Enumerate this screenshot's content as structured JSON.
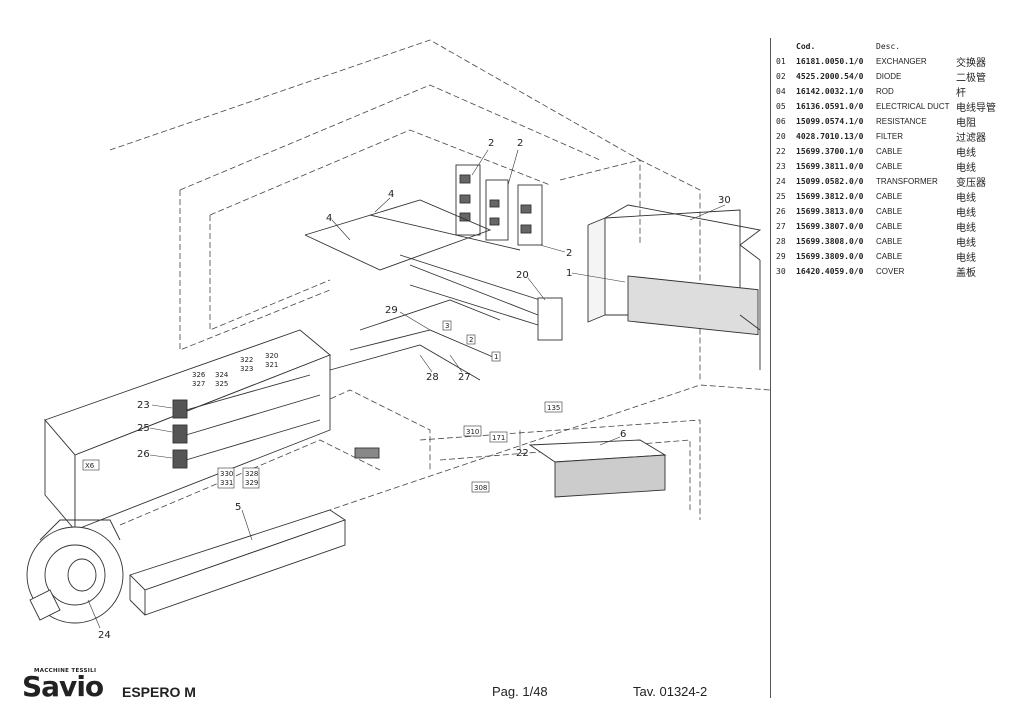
{
  "parts_list": {
    "header_code": "Cod.",
    "header_desc": "Desc.",
    "rows": [
      {
        "pos": "01",
        "code": "16181.0050.1/0",
        "desc": "EXCHANGER",
        "cn": "交换器"
      },
      {
        "pos": "02",
        "code": "4525.2000.54/0",
        "desc": "DIODE",
        "cn": "二极管"
      },
      {
        "pos": "04",
        "code": "16142.0032.1/0",
        "desc": "ROD",
        "cn": "杆"
      },
      {
        "pos": "05",
        "code": "16136.0591.0/0",
        "desc": "ELECTRICAL DUCT",
        "cn": "电线导管"
      },
      {
        "pos": "06",
        "code": "15099.0574.1/0",
        "desc": "RESISTANCE",
        "cn": "电阻"
      },
      {
        "pos": "20",
        "code": "4028.7010.13/0",
        "desc": "FILTER",
        "cn": "过滤器"
      },
      {
        "pos": "22",
        "code": "15699.3700.1/0",
        "desc": "CABLE",
        "cn": "电线"
      },
      {
        "pos": "23",
        "code": "15699.3811.0/0",
        "desc": "CABLE",
        "cn": "电线"
      },
      {
        "pos": "24",
        "code": "15099.0582.0/0",
        "desc": "TRANSFORMER",
        "cn": "变压器"
      },
      {
        "pos": "25",
        "code": "15699.3812.0/0",
        "desc": "CABLE",
        "cn": "电线"
      },
      {
        "pos": "26",
        "code": "15699.3813.0/0",
        "desc": "CABLE",
        "cn": "电线"
      },
      {
        "pos": "27",
        "code": "15699.3807.0/0",
        "desc": "CABLE",
        "cn": "电线"
      },
      {
        "pos": "28",
        "code": "15699.3808.0/0",
        "desc": "CABLE",
        "cn": "电线"
      },
      {
        "pos": "29",
        "code": "15699.3809.0/0",
        "desc": "CABLE",
        "cn": "电线"
      },
      {
        "pos": "30",
        "code": "16420.4059.0/0",
        "desc": "COVER",
        "cn": "盖板"
      }
    ]
  },
  "callouts": {
    "c1": "1",
    "c2a": "2",
    "c2b": "2",
    "c2c": "2",
    "c4a": "4",
    "c4b": "4",
    "c5": "5",
    "c6": "6",
    "c20": "20",
    "c22": "22",
    "c23": "23",
    "c24": "24",
    "c25": "25",
    "c26": "26",
    "c27": "27",
    "c28": "28",
    "c29": "29",
    "c30": "30",
    "x6": "X6",
    "b135": "135",
    "b171": "171",
    "b308": "308",
    "b310": "310",
    "b3": "3",
    "b2": "2",
    "b1": "1",
    "w320": "320",
    "w321": "321",
    "w322": "322",
    "w323": "323",
    "w324": "324",
    "w325": "325",
    "w326": "326",
    "w327": "327",
    "w328": "328",
    "w329": "329",
    "w330": "330",
    "w331": "331"
  },
  "footer": {
    "logo_tagline": "MACCHINE TESSILI",
    "logo_name": "Savio",
    "model": "ESPERO M",
    "page": "Pag. 1/48",
    "table": "Tav. 01324-2"
  }
}
